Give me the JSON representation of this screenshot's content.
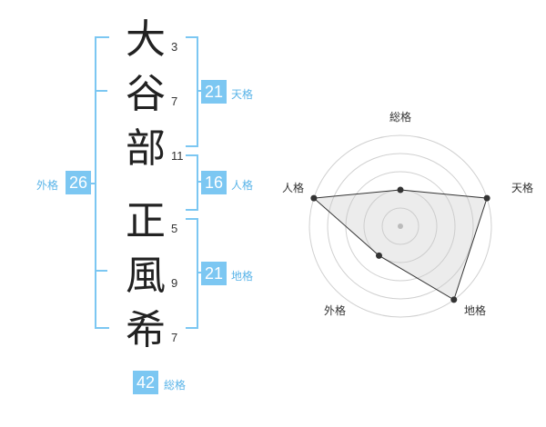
{
  "name": {
    "characters": [
      {
        "char": "大",
        "strokes": "3"
      },
      {
        "char": "谷",
        "strokes": "7"
      },
      {
        "char": "部",
        "strokes": "11"
      },
      {
        "char": "正",
        "strokes": "5"
      },
      {
        "char": "風",
        "strokes": "9"
      },
      {
        "char": "希",
        "strokes": "7"
      }
    ]
  },
  "fortunes": {
    "tenkaku": {
      "value": "21",
      "label": "天格"
    },
    "jinkaku": {
      "value": "16",
      "label": "人格"
    },
    "chikaku": {
      "value": "21",
      "label": "地格"
    },
    "gaikaku": {
      "value": "26",
      "label": "外格"
    },
    "soukaku": {
      "value": "42",
      "label": "総格"
    }
  },
  "chart_data": {
    "type": "radar",
    "axes": [
      "総格",
      "天格",
      "地格",
      "外格",
      "人格"
    ],
    "values": [
      2,
      5,
      5,
      2,
      5
    ],
    "max": 5,
    "rings": 5
  },
  "colors": {
    "accent": "#7cc7f2",
    "label": "#5ab4e8"
  }
}
